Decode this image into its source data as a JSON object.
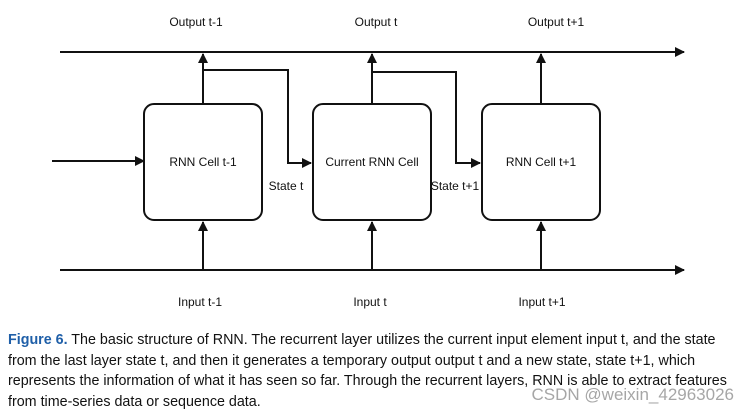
{
  "diagram": {
    "outputs": [
      "Output t-1",
      "Output t",
      "Output t+1"
    ],
    "inputs": [
      "Input t-1",
      "Input t",
      "Input t+1"
    ],
    "cells": [
      "RNN Cell t-1",
      "Current RNN Cell",
      "RNN Cell t+1"
    ],
    "states": [
      "State t",
      "State t+1"
    ]
  },
  "caption": {
    "figure_label": "Figure 6.",
    "text": " The basic structure of RNN. The recurrent layer utilizes the current input element input t, and the state from the last layer state t, and then it generates a temporary output output t and a new state, state t+1, which represents the information of what it has seen so far. Through the recurrent layers, RNN is able to extract features from time-series data or sequence data."
  },
  "watermark": "CSDN @weixin_42963026"
}
